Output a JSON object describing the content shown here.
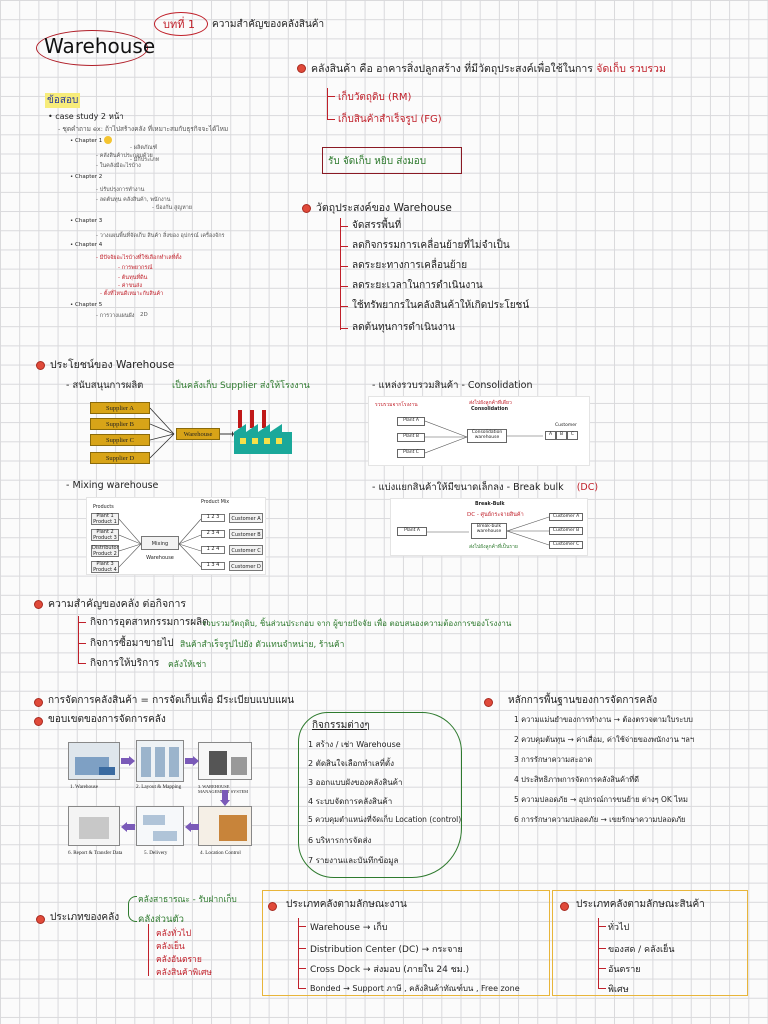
{
  "header": {
    "title": "Warehouse",
    "chapter_tag": "บทที่ 1",
    "chapter_title": "ความสำคัญของคลังสินค้า"
  },
  "sidebar_exam": {
    "label": "ข้อสอบ",
    "case_study": "case study   2   หน้า",
    "question": "- ชุดคำถาม  ex: ถ้าไปสร้างคลัง ที่เหมาะสมกับธุรกิจจะได้ไหม",
    "chapters": [
      {
        "label": "Chapter 1",
        "notes": [
          "- ผลิตภัณฑ์",
          "- คลังสินค้าประกอบด้วย",
          "- มีกี่ประเภท",
          "- ในคลังมีอะไรบ้าง"
        ]
      },
      {
        "label": "Chapter 2",
        "notes": [
          "- ปรับปรุงการทำงาน",
          "- ลดต้นทุน คลังสินค้า, พนักงาน",
          "- ป้องกัน สูญหาย"
        ]
      },
      {
        "label": "Chapter 3",
        "notes": [
          "- วางแผนพื้นที่จัดเก็บ  สินค้า  สิ่งของ  อุปกรณ์  เครื่องจักร"
        ]
      },
      {
        "label": "Chapter 4",
        "notes": [
          "- มีปัจจัยอะไรบ้างที่ใช้เลือกทำเลที่ตั้ง",
          "- การพยากรณ์",
          "- ต้นทุนที่ดิน",
          "- ค่าขนส่ง",
          "- ตั้งที่ไหนดีเหมาะกับสินค้า"
        ]
      },
      {
        "label": "Chapter 5",
        "notes": [
          "- การวางแผนผัง",
          "2D"
        ]
      }
    ]
  },
  "definition": {
    "text": "คลังสินค้า คือ  อาคารสิ่งปลูกสร้าง  ที่มีวัตถุประสงค์เพื่อใช้ในการ",
    "highlight": "จัดเก็บ  รวบรวม",
    "items": [
      "เก็บวัตถุดิบ (RM)",
      "เก็บสินค้าสำเร็จรูป (FG)"
    ],
    "boxed": "รับ   จัดเก็บ   หยิบ   ส่งมอบ"
  },
  "objectives": {
    "title": "วัตถุประสงค์ของ Warehouse",
    "items": [
      "จัดสรรพื้นที่",
      "ลดกิจกรรมการเคลื่อนย้ายที่ไม่จำเป็น",
      "ลดระยะทางการเคลื่อนย้าย",
      "ลดระยะเวลาในการดำเนินงาน",
      "ใช้ทรัพยากรในคลังสินค้าให้เกิดประโยชน์",
      "ลดต้นทุนการดำเนินงาน"
    ]
  },
  "benefits": {
    "title": "ประโยชน์ของ Warehouse",
    "support_label": "- สนับสนุนการผลิต",
    "support_note": "เป็นคลังเก็บ Supplier ส่งให้โรงงาน",
    "suppliers": [
      "Supplier A",
      "Supplier B",
      "Supplier C",
      "Supplier D"
    ],
    "warehouse_label": "Warehouse",
    "consolidation_label": "- แหล่งรวบรวมสินค้า - Consolidation",
    "consolidation_diagram": {
      "heading": "Consolidation",
      "note": "รวบรวมจากโรงงาน",
      "note2": "ส่งไปยังลูกค้าทีเดียว",
      "plants": [
        "Plant A",
        "Plant B",
        "Plant C"
      ],
      "center": "Consolidation warehouse",
      "customer": "Customer",
      "cells": [
        "A",
        "B",
        "C"
      ]
    },
    "mixing_label": "- Mixing warehouse",
    "mixing_diagram": {
      "products": "Products",
      "product_mix": "Product Mix",
      "plants": [
        "Plant 1 Product 1",
        "Plant 2 Product 3",
        "Distributor Product 2",
        "Plant 3 Product 4"
      ],
      "center": "Mixing Warehouse",
      "customers": [
        "Customer A",
        "Customer B",
        "Customer C",
        "Customer D"
      ],
      "mixes": [
        "1 2 3",
        "2 3 4",
        "1 2 4",
        "1 3 4"
      ]
    },
    "breakbulk_label": "- แบ่งแยกสินค้าให้มีขนาดเล็กลง - Break bulk",
    "breakbulk_tag": "(DC)",
    "breakbulk_diagram": {
      "heading": "Break-Bulk",
      "plant": "Plant A",
      "center": "Break-bulk warehouse",
      "note": "DC - ศูนย์กระจายสินค้า",
      "note2": "ส่งไปยังลูกค้าที่เป็นราย",
      "customers": [
        "Customer A",
        "Customer B",
        "Customer C"
      ]
    }
  },
  "importance": {
    "title": "ความสำคัญของคลัง ต่อกิจการ",
    "items": [
      {
        "label": "กิจการอุตสาหกรรมการผลิต",
        "note": "รวบรวมวัตถุดิบ, ชิ้นส่วนประกอบ จาก ผู้ขายปัจจัย  เพื่อ ตอบสนองความต้องการของโรงงาน"
      },
      {
        "label": "กิจการซื้อมาขายไป",
        "note": "สินค้าสำเร็จรูปไปยัง ตัวแทนจำหน่าย, ร้านค้า"
      },
      {
        "label": "กิจการให้บริการ",
        "note": "คลังให้เช่า"
      }
    ]
  },
  "management": {
    "definition": "การจัดการคลังสินค้า  =  การจัดเก็บเพื่อ  มีระเบียบแบบแผน",
    "scope_title": "ขอบเขตของการจัดการคลัง",
    "steps": [
      "1. Warehouse",
      "2. Layout & Mapping",
      "3. WAREHOUSE MANAGEMENT SYSTEM",
      "6. Report & Transfer Data",
      "5. Delivery",
      "4. Location Control"
    ],
    "activities_title": "กิจกรรมต่างๆ",
    "activities": [
      "1   สร้าง / เช่า Warehouse",
      "2   ตัดสินใจเลือกทำเลที่ตั้ง",
      "3   ออกแบบผังของคลังสินค้า",
      "4   ระบบจัดการคลังสินค้า",
      "5   ควบคุมตำแหน่งที่จัดเก็บ Location (control)",
      "6   บริหารการจัดส่ง",
      "7   รายงานและบันทึกข้อมูล"
    ]
  },
  "principles": {
    "title": "หลักการพื้นฐานของการจัดการคลัง",
    "items": [
      "1   ความแม่นยำของการทำงาน  → ต้องตรวจตามใบระบบ",
      "2   ควบคุมต้นทุน  → ค่าเสื่อม, ค่าใช้จ่ายของพนักงาน  ฯลฯ",
      "3   การรักษาความสะอาด",
      "4   ประสิทธิภาพการจัดการคลังสินค้าที่ดี",
      "5   ความปลอดภัย  → อุปกรณ์การขนย้าย ต่างๆ  OK ไหม",
      "6   การรักษาความปลอดภัย  → เขยรักษาความปลอดภัย"
    ]
  },
  "types": {
    "label": "ประเภทของคลัง",
    "public": "คลังสาธารณะ - รับฝากเก็บ",
    "private": "คลังส่วนตัว",
    "private_items": [
      "คลังทั่วไป",
      "คลังเย็น",
      "คลังอันตราย",
      "คลังสินค้าพิเศษ"
    ]
  },
  "standard_types": {
    "title": "ประเภทคลังตามลักษณะงาน",
    "items": [
      "Warehouse → เก็บ",
      "Distribution Center (DC) → กระจาย",
      "Cross Dock → ส่งมอบ (ภายใน 24 ชม.)",
      "Bonded → Support ภาษี , คลังสินค้าทัณฑ์บน , Free zone"
    ]
  },
  "product_types": {
    "title": "ประเภทคลังตามลักษณะสินค้า",
    "items": [
      "ทั่วไป",
      "ของสด / คลังเย็น",
      "อันตราย",
      "พิเศษ"
    ]
  }
}
